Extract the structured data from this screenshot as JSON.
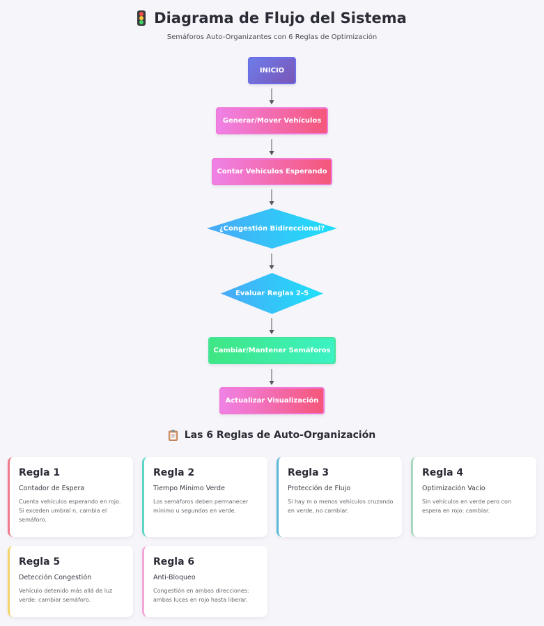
{
  "header": {
    "title": "Diagrama de Flujo del Sistema",
    "subtitle": "Semáforos Auto-Organizantes con 6 Reglas de Optimización",
    "icon": "traffic-light-icon"
  },
  "flow": {
    "start": "INICIO",
    "generate": "Generar/Mover Vehículos",
    "count": "Contar Vehículos Esperando",
    "decision_congestion": "¿Congestión Bidireccional?",
    "evaluate": "Evaluar Reglas 2-5",
    "switch": "Cambiar/Mantener Semáforos",
    "update": "Actualizar Visualización"
  },
  "rules": {
    "icon": "clipboard-icon",
    "heading": "Las 6 Reglas de Auto-Organización",
    "items": [
      {
        "title": "Regla 1",
        "subtitle": "Contador de Espera",
        "desc": "Cuenta vehículos esperando en rojo. Si exceden umbral n, cambia el semáforo.",
        "color": "#f07a8a"
      },
      {
        "title": "Regla 2",
        "subtitle": "Tiempo Mínimo Verde",
        "desc": "Los semáforos deben permanecer mínimo u segundos en verde.",
        "color": "#5ed6c6"
      },
      {
        "title": "Regla 3",
        "subtitle": "Protección de Flujo",
        "desc": "Si hay m o menos vehículos cruzando en verde, no cambiar.",
        "color": "#5ab8d8"
      },
      {
        "title": "Regla 4",
        "subtitle": "Optimización Vacío",
        "desc": "Sin vehículos en verde pero con espera en rojo: cambiar.",
        "color": "#a9d8c0"
      },
      {
        "title": "Regla 5",
        "subtitle": "Detección Congestión",
        "desc": "Vehículo detenido más allá de luz verde: cambiar semáforo.",
        "color": "#f5d36a"
      },
      {
        "title": "Regla 6",
        "subtitle": "Anti-Bloqueo",
        "desc": "Congestión en ambas direcciones: ambas luces en rojo hasta liberar.",
        "color": "#f4a6d8"
      }
    ]
  }
}
